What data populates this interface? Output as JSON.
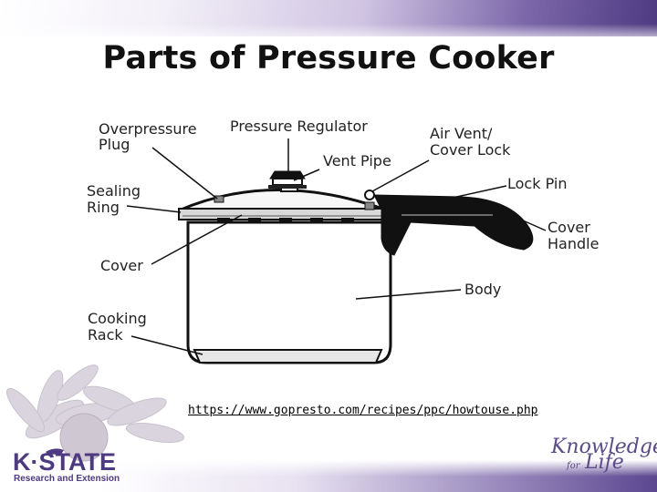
{
  "slide": {
    "title": "Parts of Pressure Cooker",
    "source_link": "https://www.gopresto.com/recipes/ppc/howtouse.php"
  },
  "diagram": {
    "labels": {
      "overpressure_plug_1": "Overpressure",
      "overpressure_plug_2": "Plug",
      "pressure_regulator": "Pressure Regulator",
      "air_vent_1": "Air Vent/",
      "air_vent_2": "Cover Lock",
      "vent_pipe": "Vent Pipe",
      "sealing_ring_1": "Sealing",
      "sealing_ring_2": "Ring",
      "lock_pin": "Lock Pin",
      "cover_handle_1": "Cover",
      "cover_handle_2": "Handle",
      "cover": "Cover",
      "body": "Body",
      "cooking_rack_1": "Cooking",
      "cooking_rack_2": "Rack"
    }
  },
  "footer": {
    "logo_name": "K·STATE",
    "logo_sub": "Research and Extension",
    "tagline_1": "Knowledge",
    "tagline_2": "for",
    "tagline_3": "Life"
  },
  "colors": {
    "brand_purple": "#4d3a80",
    "text": "#222222"
  }
}
